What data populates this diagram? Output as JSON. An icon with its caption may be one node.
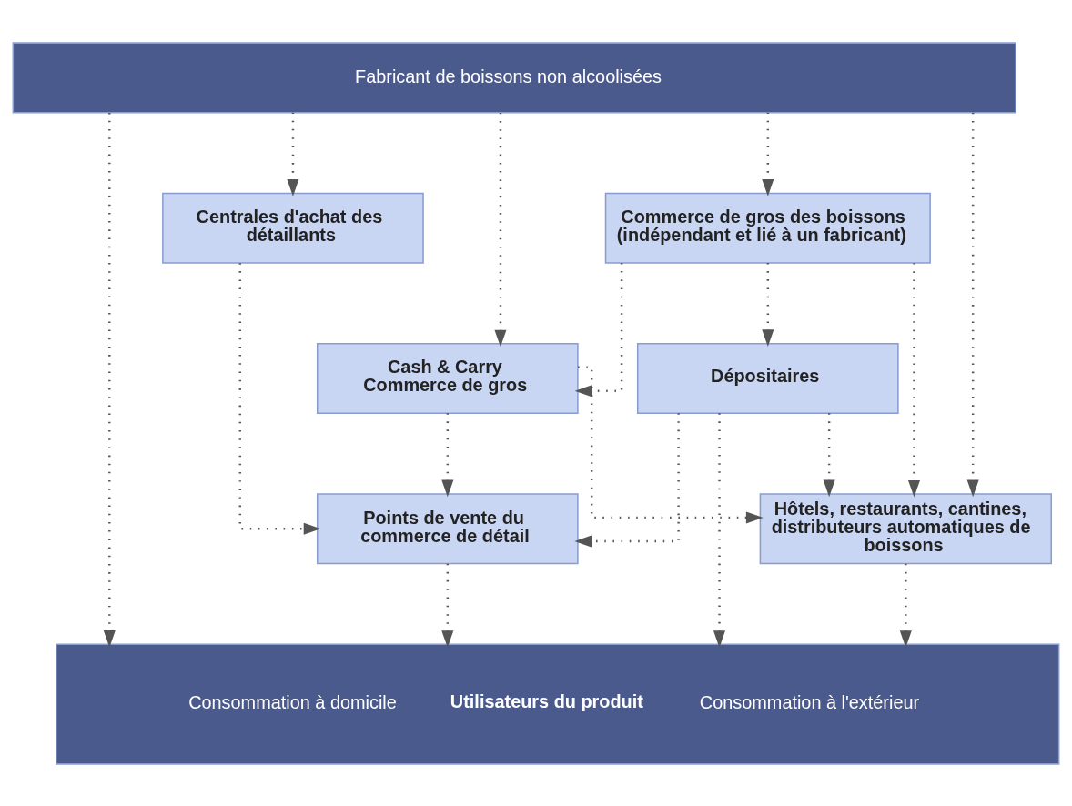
{
  "diagram": {
    "nodes": [
      {
        "text": [
          "Fabricant de boissons non alcoolisées"
        ]
      },
      {
        "text": [
          "Centrales d'achat des détaillants"
        ]
      },
      {
        "text": [
          "Commerce de gros des boissons (indépendant et lié à un fabricant)"
        ]
      },
      {
        "text": [
          "Dépositaires"
        ]
      },
      {
        "text": [
          "Cash & Carry Commerce de gros"
        ]
      },
      {
        "text": [
          "Points de vente du commerce de détail"
        ]
      },
      {
        "text": [
          "Hôtels, restaurants, cantines, distributeurs automatiques de boissons"
        ]
      },
      {
        "text": [
          "Consommation à domicile",
          "Utilisateurs du produit",
          "Consommation à l'extérieur"
        ]
      }
    ],
    "edges": [
      {
        "from": 0,
        "to": 1,
        "arrow": "to"
      },
      {
        "from": 0,
        "to": 2,
        "arrow": "to"
      },
      {
        "from": 0,
        "to": 4,
        "arrow": "to"
      },
      {
        "from": 0,
        "to": 7,
        "arrow": "to"
      },
      {
        "from": 0,
        "to": 6,
        "arrow": "to"
      },
      {
        "from": 1,
        "to": 5,
        "arrow": "to"
      },
      {
        "from": 2,
        "to": 3,
        "arrow": "to"
      },
      {
        "from": 2,
        "to": 6,
        "arrow": "to"
      },
      {
        "from": 2,
        "to": 4,
        "arrow": "to"
      },
      {
        "from": 3,
        "to": 5,
        "arrow": "to"
      },
      {
        "from": 3,
        "to": 7,
        "arrow": "to"
      },
      {
        "from": 3,
        "to": 6,
        "arrow": "to"
      },
      {
        "from": 4,
        "to": 5,
        "arrow": "to"
      },
      {
        "from": 4,
        "to": 6,
        "arrow": "to"
      },
      {
        "from": 5,
        "to": 7,
        "arrow": "to"
      },
      {
        "from": 6,
        "to": 7,
        "arrow": "to"
      }
    ]
  }
}
